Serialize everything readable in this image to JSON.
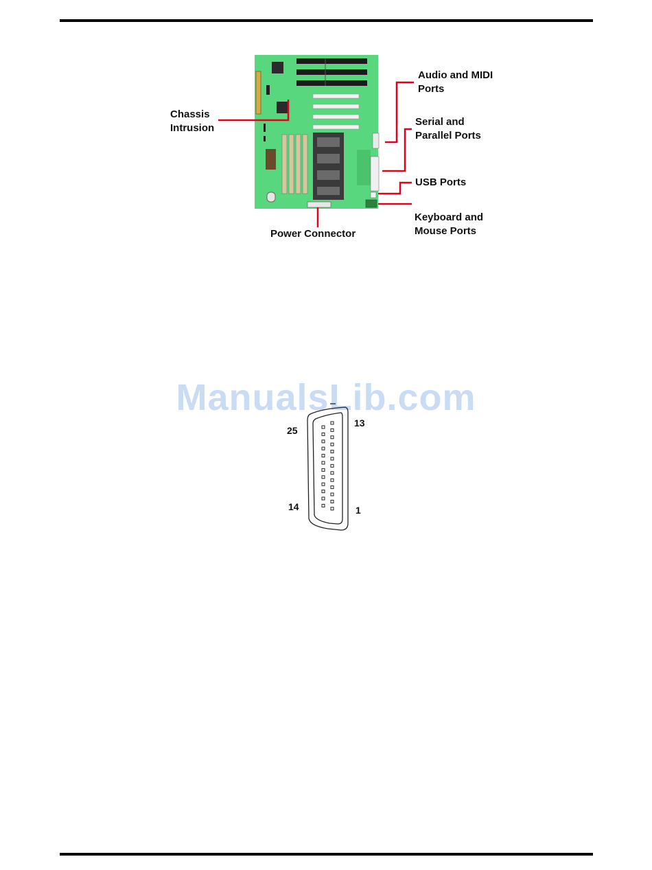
{
  "board_labels": {
    "audio_midi": "Audio and MIDI\nPorts",
    "chassis_intrusion": "Chassis\nIntrusion",
    "serial_parallel": "Serial and\nParallel Ports",
    "usb": "USB Ports",
    "keyboard_mouse": "Keyboard and\nMouse Ports",
    "power_connector": "Power Connector"
  },
  "connector_pins": {
    "top_left": "25",
    "top_right": "13",
    "bottom_left": "14",
    "bottom_right": "1"
  },
  "watermark": "ManualsLib.com",
  "colors": {
    "board": "#58d77e",
    "callout": "#e3001b",
    "slot_dark": "#1b1b1b",
    "slot_light": "#f2f2f2",
    "isa_slot": "#d7c79d"
  }
}
